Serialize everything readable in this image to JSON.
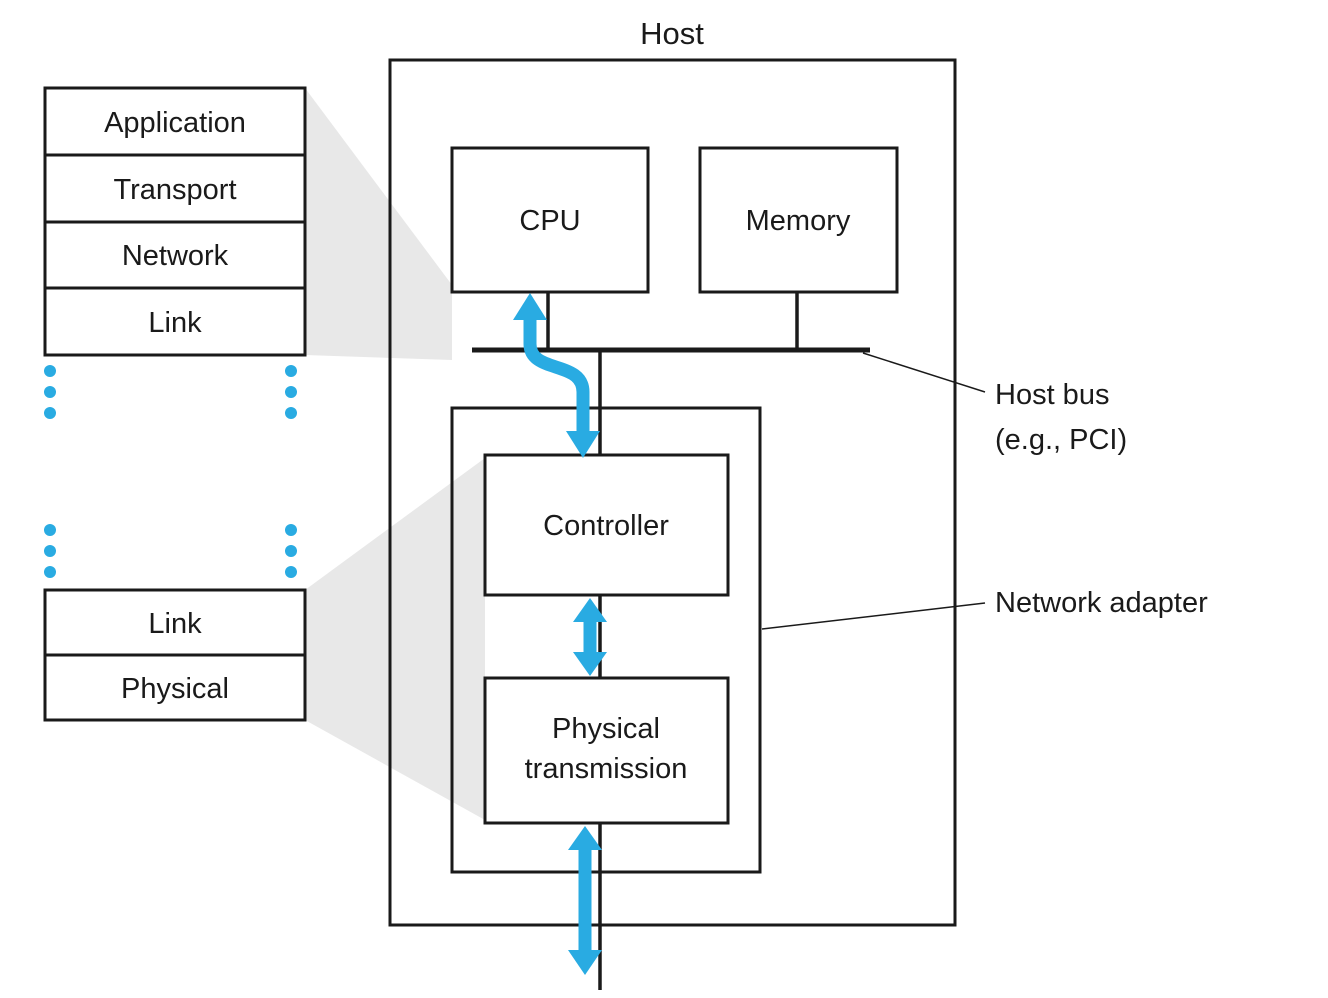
{
  "title": "Host",
  "colors": {
    "arrow": "#29abe2",
    "shade": "#e8e8e8",
    "line": "#1a1a1a"
  },
  "components": {
    "cpu": "CPU",
    "memory": "Memory",
    "controller": "Controller",
    "physical_transmission": {
      "line1": "Physical",
      "line2": "transmission"
    }
  },
  "callouts": {
    "host_bus": {
      "line1": "Host bus",
      "line2": "(e.g., PCI)"
    },
    "network_adapter": "Network adapter"
  },
  "protocol_stack_top": {
    "items": [
      "Application",
      "Transport",
      "Network",
      "Link"
    ]
  },
  "protocol_stack_bottom": {
    "items": [
      "Link",
      "Physical"
    ]
  }
}
